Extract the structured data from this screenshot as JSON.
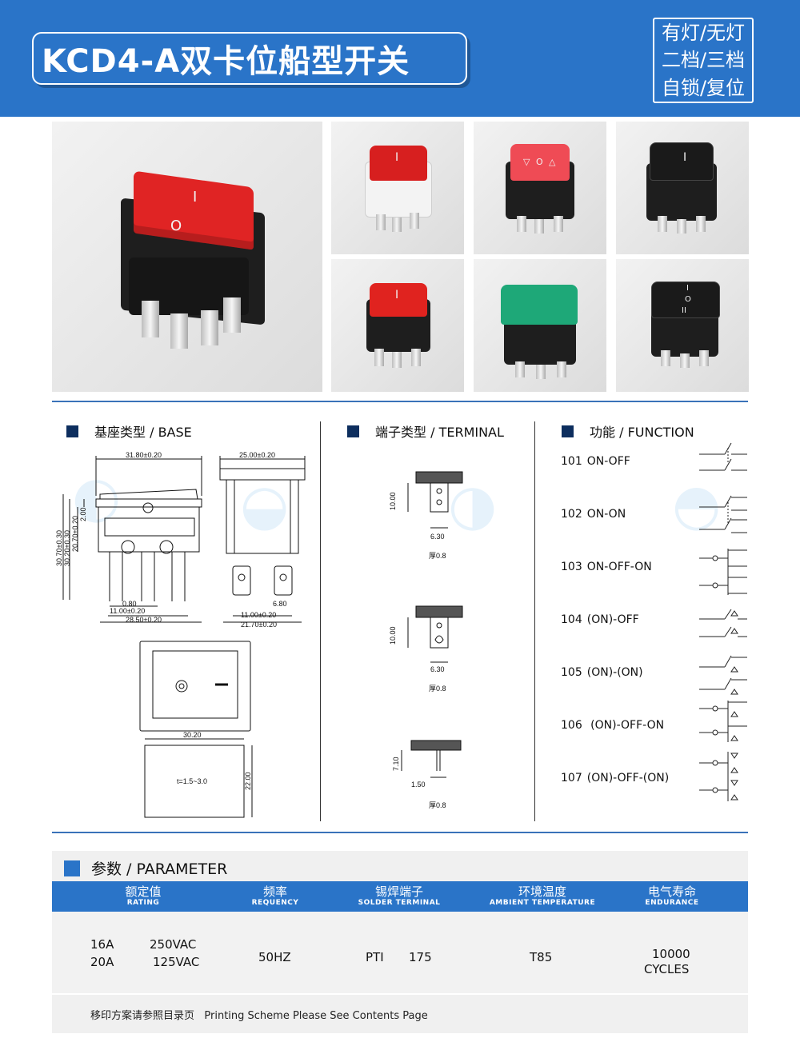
{
  "header": {
    "title": "KCD4-A双卡位船型开关",
    "tags": [
      "有灯/无灯",
      "二档/三档",
      "自锁/复位"
    ]
  },
  "photos": {
    "main": {
      "rocker_color": "#e02424",
      "base_color": "#1e1e1e",
      "symbols": [
        "I",
        "O"
      ]
    },
    "variants": [
      {
        "rocker_color": "#d71f1f",
        "base": "white",
        "symbols": [
          "I",
          ""
        ]
      },
      {
        "rocker_color": "#ef4b55",
        "base": "black",
        "symbols": [
          "▽",
          "O",
          "△"
        ]
      },
      {
        "rocker_color": "#1a1a1a",
        "base": "black",
        "symbols": [
          "I",
          ""
        ]
      },
      {
        "rocker_color": "#e0231f",
        "base": "black",
        "symbols": [
          "I",
          ""
        ]
      },
      {
        "rocker_color": "#1ea878",
        "base": "black",
        "symbols": [
          "",
          ""
        ]
      },
      {
        "rocker_color": "#1a1a1a",
        "base": "black",
        "symbols": [
          "I",
          "O",
          "II"
        ]
      }
    ]
  },
  "sections": {
    "base": "基座类型 / BASE",
    "terminal": "端子类型 / TERMINAL",
    "function": "功能 / FUNCTION"
  },
  "base_dims": {
    "top_width": "31.80±0.20",
    "side_width": "25.00±0.20",
    "h1": "30.70±0.30",
    "h2": "30.20±0.30",
    "h3": "20.70±0.20",
    "h4": "2.00",
    "d1": "0.80",
    "d2": "11.00±0.20",
    "d3": "28.50±0.20",
    "d4": "6.80",
    "d5": "11.00±0.20",
    "d6": "21.70±0.20",
    "panel_w": "30.20",
    "panel_h": "22.00",
    "panel_t": "t=1.5~3.0"
  },
  "terminals": [
    {
      "h": "10.00",
      "w": "6.30",
      "thick": "厚0.8"
    },
    {
      "h": "10.00",
      "w": "6.30",
      "thick": "厚0.8"
    },
    {
      "h": "7.10",
      "w": "1.50",
      "thick": "厚0.8"
    }
  ],
  "functions": [
    {
      "code": "101",
      "name": "ON-OFF"
    },
    {
      "code": "102",
      "name": "ON-ON"
    },
    {
      "code": "103",
      "name": "ON-OFF-ON"
    },
    {
      "code": "104",
      "name": "(ON)-OFF"
    },
    {
      "code": "105",
      "name": "(ON)-(ON)"
    },
    {
      "code": "106",
      "name": " (ON)-OFF-ON"
    },
    {
      "code": "107",
      "name": "(ON)-OFF-(ON)"
    }
  ],
  "parameter": {
    "title": "参数 / PARAMETER",
    "columns": [
      {
        "cn": "额定值",
        "en": "RATING"
      },
      {
        "cn": "频率",
        "en": "REQUENCY"
      },
      {
        "cn": "锡焊端子",
        "en": "SOLDER TERMINAL"
      },
      {
        "cn": "环境温度",
        "en": "AMBIENT TEMPERATURE"
      },
      {
        "cn": "电气寿命",
        "en": "ENDURANCE"
      }
    ],
    "rating": {
      "a1": "16A",
      "v1": "250VAC",
      "a2": "20A",
      "v2": "125VAC"
    },
    "frequency": "50HZ",
    "solder_label": "PTI",
    "solder_value": "175",
    "temperature": "T85",
    "endurance_num": "10000",
    "endurance_unit": "CYCLES",
    "footnote": "移印方案请参照目录页   Printing Scheme Please See Contents Page"
  },
  "colors": {
    "brand_blue": "#2a74c8",
    "navy": "#0d2e5e"
  }
}
